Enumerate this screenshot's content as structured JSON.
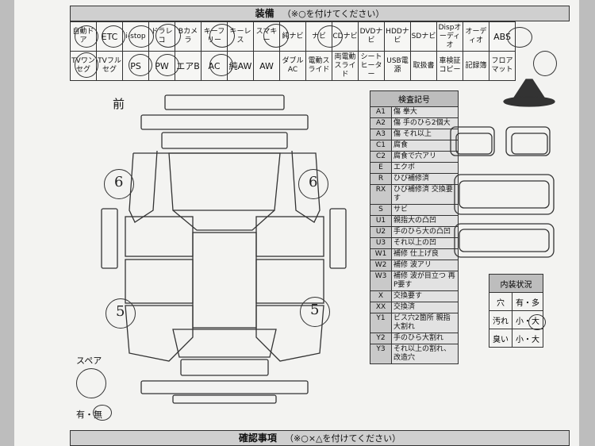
{
  "equipment": {
    "title": "装備",
    "instruction": "（※○を付けてください）",
    "row1": [
      "自動ドア",
      "ETC",
      "i-stop",
      "ドラレコ",
      "Bカメラ",
      "キーフリー",
      "キーレス",
      "スマキー",
      "純ナビ",
      "ナビ",
      "CDナビ",
      "DVDナビ",
      "HDDナビ",
      "SDナビ",
      "Dispオーディオ",
      "オーディオ",
      "ABS"
    ],
    "row2": [
      "TVワンセグ",
      "TVフルセグ",
      "PS",
      "PW",
      "エアB",
      "AC",
      "純AW",
      "AW",
      "ダブルAC",
      "電動スライド",
      "両電動スライド",
      "シートヒーター",
      "USB電源",
      "取扱書",
      "車検証コピー",
      "記録簿",
      "フロアマット"
    ]
  },
  "diagram": {
    "front_label": "前",
    "spare_label": "スペア",
    "spare_options": "有・無",
    "tire_front_left": "6",
    "tire_front_right": "6",
    "tire_rear_left": "5",
    "tire_rear_right": "5"
  },
  "inspection_codes": {
    "title": "検査記号",
    "rows": [
      {
        "code": "A1",
        "desc": "傷 拳大"
      },
      {
        "code": "A2",
        "desc": "傷 手のひら2個大"
      },
      {
        "code": "A3",
        "desc": "傷 それ以上"
      },
      {
        "code": "C1",
        "desc": "腐食"
      },
      {
        "code": "C2",
        "desc": "腐食で穴アリ"
      },
      {
        "code": "E",
        "desc": "エクボ"
      },
      {
        "code": "R",
        "desc": "ひび補修済"
      },
      {
        "code": "RX",
        "desc": "ひび補修済 交換要す"
      },
      {
        "code": "S",
        "desc": "サビ"
      },
      {
        "code": "U1",
        "desc": "親指大の凸凹"
      },
      {
        "code": "U2",
        "desc": "手のひら大の凸凹"
      },
      {
        "code": "U3",
        "desc": "それ以上の凹"
      },
      {
        "code": "W1",
        "desc": "補修 仕上げ良"
      },
      {
        "code": "W2",
        "desc": "補修 波アリ"
      },
      {
        "code": "W3",
        "desc": "補修 波が目立つ 再P要す"
      },
      {
        "code": "X",
        "desc": "交換要す"
      },
      {
        "code": "XX",
        "desc": "交換済"
      },
      {
        "code": "Y1",
        "desc": "ビス穴2箇所 親指大割れ"
      },
      {
        "code": "Y2",
        "desc": "手のひら大割れ"
      },
      {
        "code": "Y3",
        "desc": "それ以上の割れ、改造穴"
      }
    ]
  },
  "interior": {
    "title": "内装状況",
    "rows": [
      {
        "label": "穴",
        "value": "有・多"
      },
      {
        "label": "汚れ",
        "value": "小・大"
      },
      {
        "label": "臭い",
        "value": "小・大"
      }
    ]
  },
  "confirm": {
    "title": "確認事項",
    "instruction": "（※○×△を付けてください）"
  }
}
